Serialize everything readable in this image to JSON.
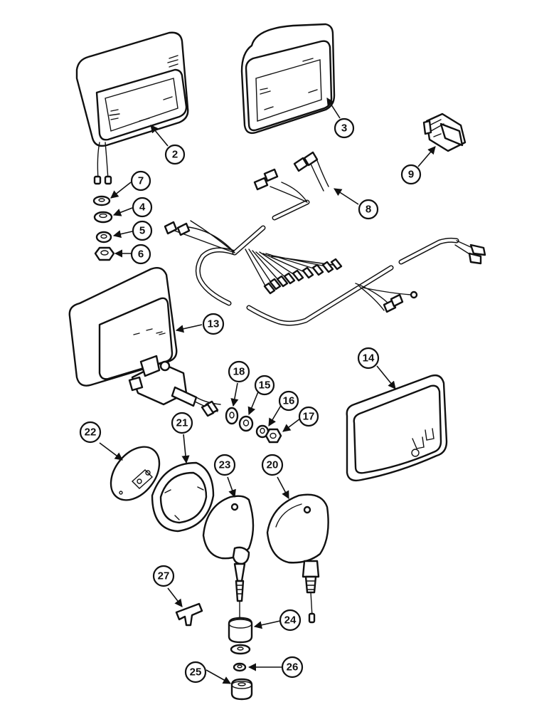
{
  "colors": {
    "line": "#111111",
    "background": "#ffffff"
  },
  "callouts": [
    {
      "id": "c2",
      "label": "2"
    },
    {
      "id": "c3",
      "label": "3"
    },
    {
      "id": "c9",
      "label": "9"
    },
    {
      "id": "c7",
      "label": "7"
    },
    {
      "id": "c4",
      "label": "4"
    },
    {
      "id": "c5",
      "label": "5"
    },
    {
      "id": "c6",
      "label": "6"
    },
    {
      "id": "c8",
      "label": "8"
    },
    {
      "id": "c13",
      "label": "13"
    },
    {
      "id": "c14",
      "label": "14"
    },
    {
      "id": "c18",
      "label": "18"
    },
    {
      "id": "c15",
      "label": "15"
    },
    {
      "id": "c16",
      "label": "16"
    },
    {
      "id": "c17",
      "label": "17"
    },
    {
      "id": "c22",
      "label": "22"
    },
    {
      "id": "c21",
      "label": "21"
    },
    {
      "id": "c23",
      "label": "23"
    },
    {
      "id": "c20",
      "label": "20"
    },
    {
      "id": "c27",
      "label": "27"
    },
    {
      "id": "c24",
      "label": "24"
    },
    {
      "id": "c25",
      "label": "25"
    },
    {
      "id": "c26",
      "label": "26"
    }
  ]
}
